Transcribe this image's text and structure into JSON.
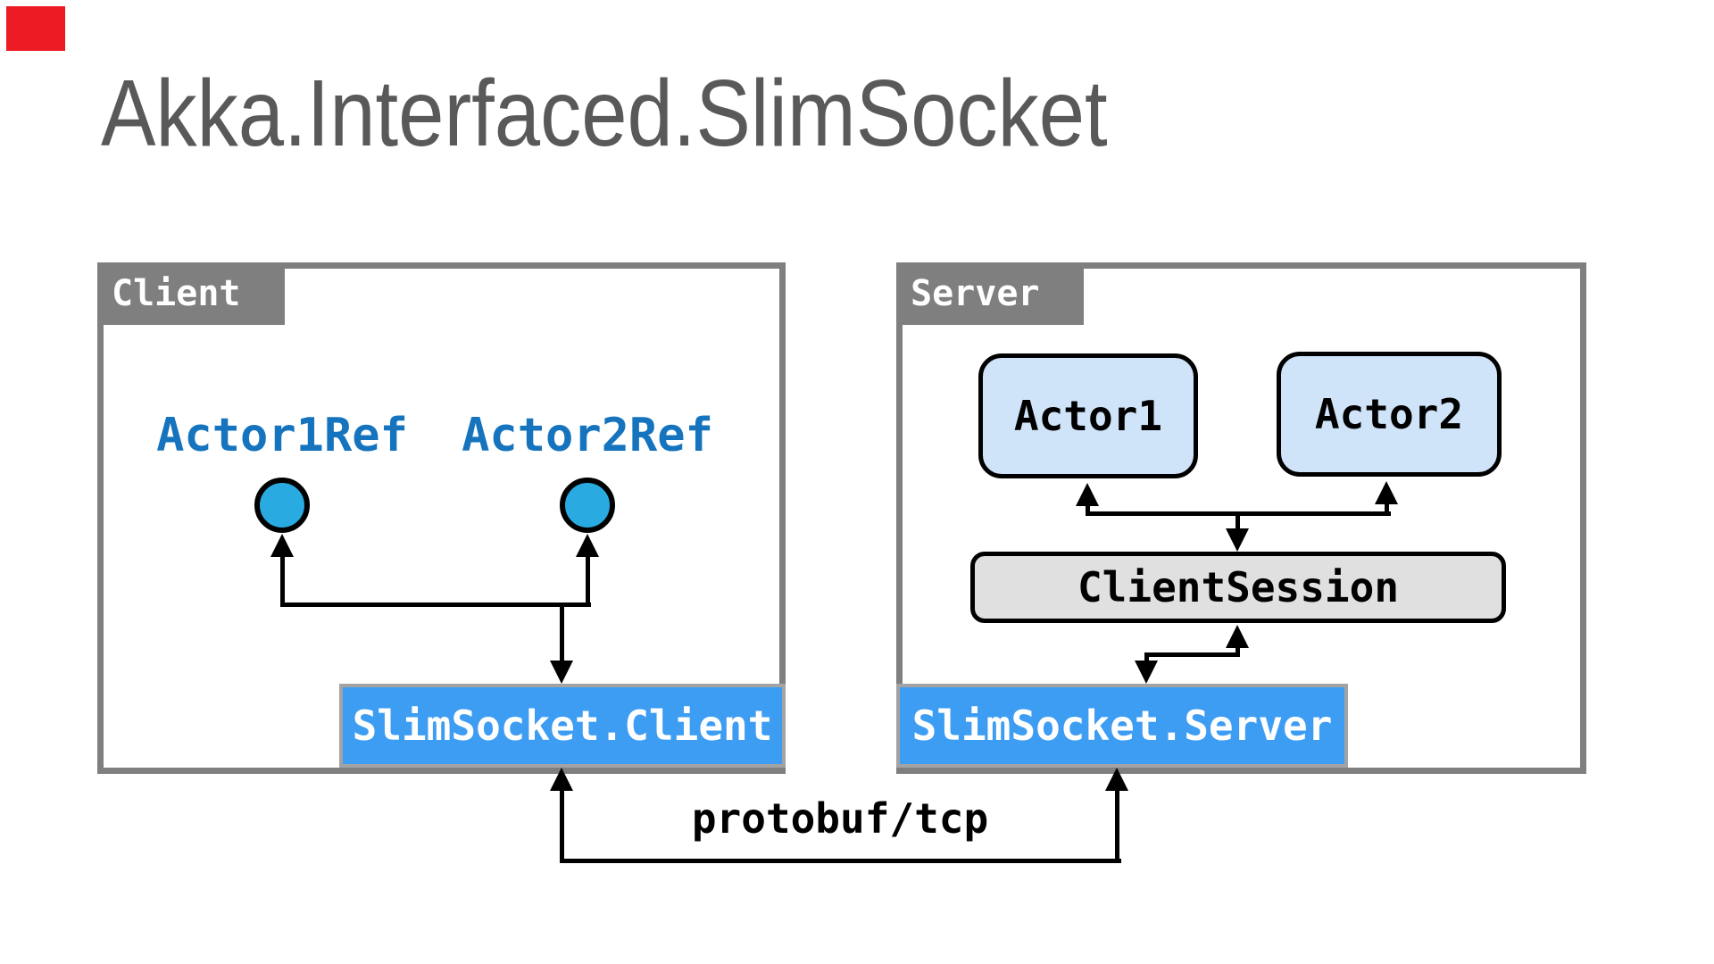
{
  "marker": {
    "description": "red rectangle marker",
    "color": "#ed1c24"
  },
  "title": {
    "text": "Akka.Interfaced.SlimSocket",
    "color": "#595959"
  },
  "client": {
    "tab": "Client",
    "refs": [
      {
        "label": "Actor1Ref"
      },
      {
        "label": "Actor2Ref"
      }
    ],
    "socket": "SlimSocket.Client"
  },
  "server": {
    "tab": "Server",
    "actors": [
      {
        "label": "Actor1"
      },
      {
        "label": "Actor2"
      }
    ],
    "session": "ClientSession",
    "socket": "SlimSocket.Server"
  },
  "transport": {
    "label": "protobuf/tcp"
  },
  "colors": {
    "title_text": "#595959",
    "container_border": "#7f7f7f",
    "tab_bg": "#7f7f7f",
    "tab_text": "#ffffff",
    "ref_text": "#1574bd",
    "ref_circle_fill": "#29abe2",
    "actor_box_fill": "#cfe3f9",
    "session_fill": "#e0e0e0",
    "socket_fill": "#3d9df2",
    "socket_border": "#a3a3a3",
    "connector_line": "#000000",
    "marker_red": "#ed1c24"
  }
}
